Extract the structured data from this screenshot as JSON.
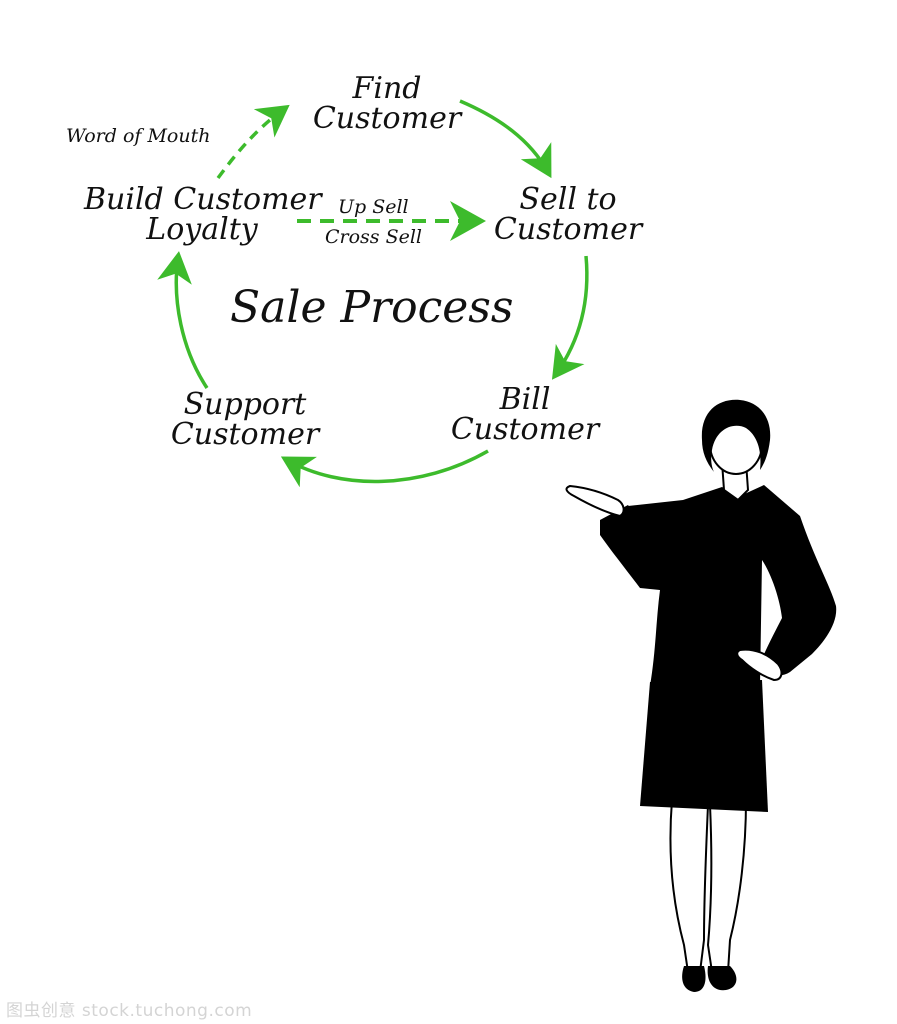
{
  "diagram": {
    "title": "Sale Process",
    "nodes": {
      "find_customer": [
        "Find",
        "Customer"
      ],
      "sell_to_customer": [
        "Sell to",
        "Customer"
      ],
      "bill_customer": [
        "Bill",
        "Customer"
      ],
      "support_customer": [
        "Support",
        "Customer"
      ],
      "build_loyalty": [
        "Build Customer",
        "Loyalty"
      ]
    },
    "side_labels": {
      "word_of_mouth": "Word of Mouth",
      "up_sell": "Up Sell",
      "cross_sell": "Cross Sell"
    },
    "arrow_color": "#3dbb2c",
    "cycle_order": [
      "Find Customer",
      "Sell to Customer",
      "Bill Customer",
      "Support Customer",
      "Build Customer Loyalty"
    ]
  },
  "watermark": "图虫创意 stock.tuchong.com"
}
